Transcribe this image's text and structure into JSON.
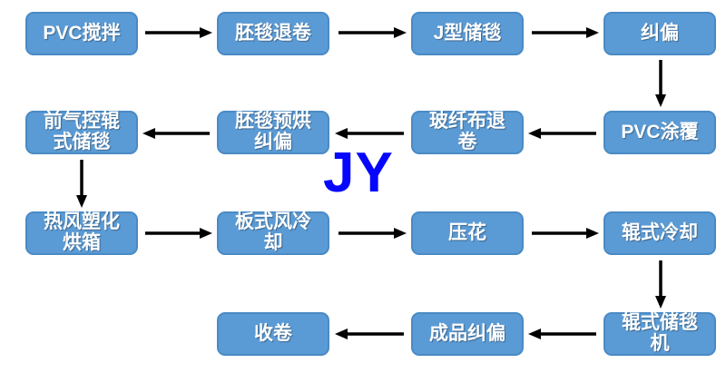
{
  "diagram": {
    "type": "process-flowchart",
    "colors": {
      "node_fill": "#5B9BD5",
      "node_border": "#4A8AC4",
      "node_text": "#FFFFFF",
      "arrow": "#000000",
      "watermark_text_color": "#0606FF",
      "background": "#FFFFFF"
    }
  },
  "watermark": {
    "text": "JY"
  },
  "nodes": [
    {
      "id": "pvc-mixing",
      "label": "PVC搅拌"
    },
    {
      "id": "blanket-unwind",
      "label": "胚毯退卷"
    },
    {
      "id": "j-storage",
      "label": "J型储毯"
    },
    {
      "id": "deviation-correction",
      "label": "纠偏"
    },
    {
      "id": "front-air-roller-storage",
      "label": "前气控辊\n式储毯"
    },
    {
      "id": "blanket-preheat-correction",
      "label": "胚毯预烘\n纠偏"
    },
    {
      "id": "fiberglass-unwind",
      "label": "玻纤布退\n卷"
    },
    {
      "id": "pvc-coating",
      "label": "PVC涂覆"
    },
    {
      "id": "hot-air-oven",
      "label": "热风塑化\n烘箱"
    },
    {
      "id": "plate-air-cooling",
      "label": "板式风冷\n却"
    },
    {
      "id": "embossing",
      "label": "压花"
    },
    {
      "id": "roller-cooling",
      "label": "辊式冷却"
    },
    {
      "id": "winding",
      "label": "收卷"
    },
    {
      "id": "finished-correction",
      "label": "成品纠偏"
    },
    {
      "id": "roller-storage-machine",
      "label": "辊式储毯\n机"
    }
  ],
  "edges": [
    {
      "from": "pvc-mixing",
      "to": "blanket-unwind"
    },
    {
      "from": "blanket-unwind",
      "to": "j-storage"
    },
    {
      "from": "j-storage",
      "to": "deviation-correction"
    },
    {
      "from": "deviation-correction",
      "to": "pvc-coating"
    },
    {
      "from": "pvc-coating",
      "to": "fiberglass-unwind"
    },
    {
      "from": "fiberglass-unwind",
      "to": "blanket-preheat-correction"
    },
    {
      "from": "blanket-preheat-correction",
      "to": "front-air-roller-storage"
    },
    {
      "from": "front-air-roller-storage",
      "to": "hot-air-oven"
    },
    {
      "from": "hot-air-oven",
      "to": "plate-air-cooling"
    },
    {
      "from": "plate-air-cooling",
      "to": "embossing"
    },
    {
      "from": "embossing",
      "to": "roller-cooling"
    },
    {
      "from": "roller-cooling",
      "to": "roller-storage-machine"
    },
    {
      "from": "roller-storage-machine",
      "to": "finished-correction"
    },
    {
      "from": "finished-correction",
      "to": "winding"
    }
  ]
}
